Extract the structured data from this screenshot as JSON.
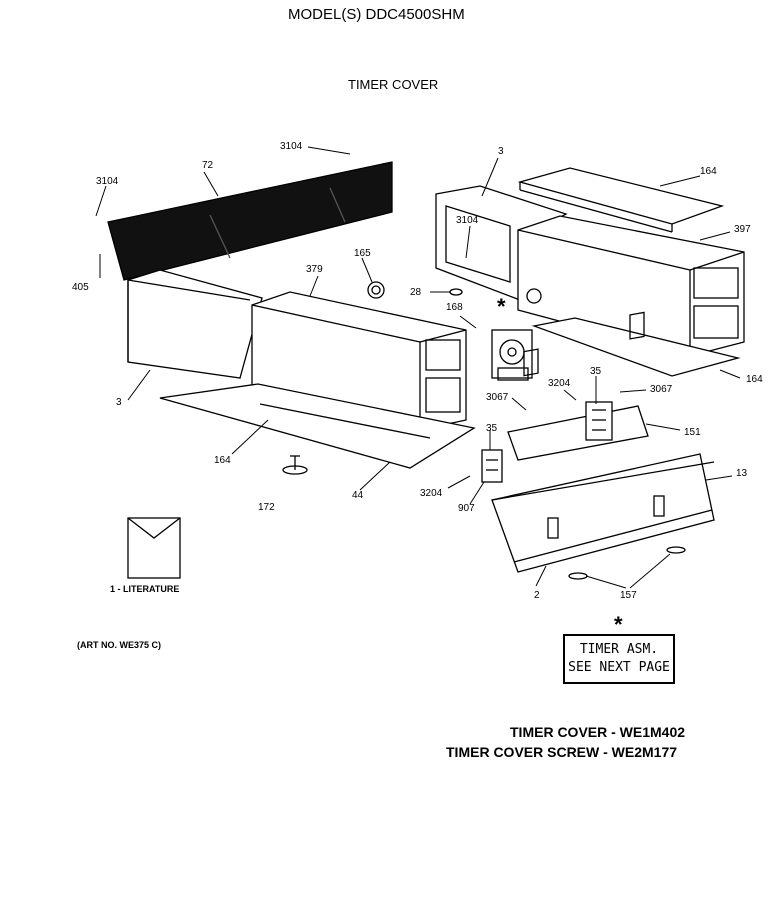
{
  "header": {
    "model": "MODEL(S) DDC4500SHM",
    "title": "TIMER COVER"
  },
  "callouts": {
    "c3104a": "3104",
    "c3104b": "3104",
    "c3104c": "3104",
    "c72": "72",
    "c405": "405",
    "c3a": "3",
    "c3b": "3",
    "c164a": "164",
    "c164b": "164",
    "c164c": "164",
    "c397": "397",
    "c165": "165",
    "c379": "379",
    "c28": "28",
    "c168": "168",
    "c3067a": "3067",
    "c3067b": "3067",
    "c3204a": "3204",
    "c3204b": "3204",
    "c35a": "35",
    "c35b": "35",
    "c151": "151",
    "c13": "13",
    "c907": "907",
    "c172": "172",
    "c44": "44",
    "c2": "2",
    "c157": "157"
  },
  "literature_label": "1 - LITERATURE",
  "art_number": "(ART NO. WE375 C)",
  "note": {
    "star": "*",
    "line1": "TIMER ASM.",
    "line2": "SEE NEXT PAGE"
  },
  "parts": {
    "line1": "TIMER COVER - WE1M402",
    "line2": "TIMER COVER SCREW - WE2M177"
  }
}
